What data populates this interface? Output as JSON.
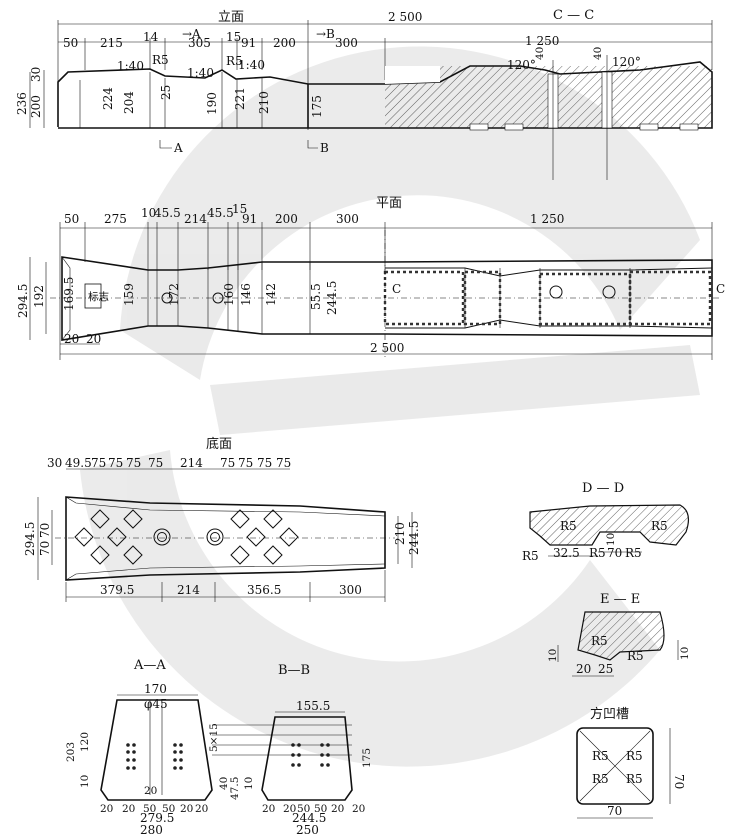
{
  "titles": {
    "elevation": "立面",
    "plan": "平面",
    "bottom": "底面",
    "section_cc": "C — C",
    "section_dd": "D — D",
    "section_ee": "E — E",
    "section_aa": "A—A",
    "section_bb": "B—B",
    "square_groove": "方凹槽"
  },
  "markers": {
    "A": "A",
    "B": "B",
    "C": "C",
    "A_arrow": "→A",
    "B_arrow": "→B"
  },
  "elevation": {
    "top_dims": [
      "50",
      "215",
      "14",
      "305",
      "15",
      "91",
      "200",
      "300",
      "1 250"
    ],
    "total": "2 500",
    "slopes": [
      "1:40",
      "1:40",
      "1:40"
    ],
    "radii": [
      "R5",
      "R5"
    ],
    "heights_left": [
      "236",
      "200",
      "30"
    ],
    "heights_inner": [
      "224",
      "204",
      "25",
      "190",
      "221",
      "210",
      "175"
    ],
    "angles": [
      "120°",
      "120°"
    ],
    "small": [
      "40",
      "40"
    ]
  },
  "plan": {
    "top_dims": [
      "50",
      "275",
      "10",
      "45.5",
      "214",
      "45.5",
      "15",
      "91",
      "200",
      "300",
      "1 250"
    ],
    "left_heights": [
      "294.5",
      "192",
      "169.5",
      "159",
      "172",
      "160",
      "146",
      "142",
      "55.5",
      "244.5"
    ],
    "bottom_dims": [
      "20",
      "20"
    ],
    "total": "2 500",
    "mark": "标志"
  },
  "bottom": {
    "top_dims": [
      "30",
      "49.5",
      "75",
      "75",
      "75",
      "75",
      "214",
      "75",
      "75",
      "75",
      "75"
    ],
    "left_heights": [
      "294.5",
      "70",
      "70"
    ],
    "right_heights": [
      "210",
      "244.5"
    ],
    "bottom_dims": [
      "379.5",
      "214",
      "356.5",
      "300"
    ]
  },
  "dd": {
    "labels": [
      "R5",
      "R5",
      "R5",
      "R5",
      "R5",
      "32.5",
      "10",
      "70"
    ]
  },
  "ee": {
    "labels": [
      "R5",
      "R5",
      "10",
      "10",
      "20",
      "25"
    ]
  },
  "aa": {
    "labels": [
      "170",
      "φ45",
      "120",
      "203",
      "10",
      "20",
      "20",
      "50",
      "50",
      "20",
      "20",
      "279.5",
      "280",
      "5×15",
      "40",
      "20"
    ]
  },
  "bb": {
    "labels": [
      "155.5",
      "175",
      "47.5",
      "10",
      "20",
      "20",
      "50",
      "50",
      "20",
      "20",
      "244.5",
      "250"
    ]
  },
  "groove": {
    "labels": [
      "R5",
      "R5",
      "R5",
      "R5",
      "70",
      "70"
    ]
  }
}
